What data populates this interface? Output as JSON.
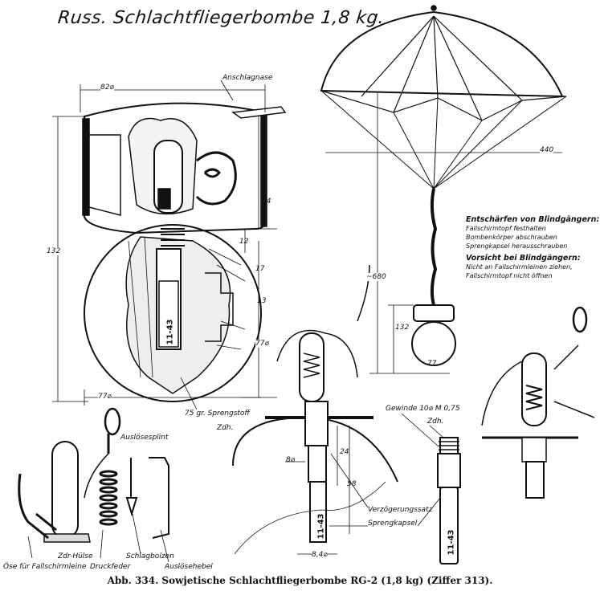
{
  "title": "Russ. Schlachtfliegerbombe 1,8 kg.",
  "caption": "Abb. 334. Sowjetische Schlachtfliegerbombe RG-2 (1,8 kg) (Ziffer 313).",
  "main_bomb": {
    "labels": {
      "anschlagnase": "Anschlagnase",
      "sprengstoff": "75 gr. Sprengstoff"
    },
    "dimensions": {
      "width_top": "82⌀",
      "height_total": "132",
      "canister_height": "54",
      "d12": "12",
      "d17": "17",
      "d13": "13",
      "sphere_dia_side": "77⌀",
      "sphere_dia_bottom": "77⌀"
    },
    "fuze_mark": "11-43"
  },
  "parachute": {
    "canopy_width": "440",
    "line_length": "~680",
    "bomb_height": "132",
    "bomb_dia": "77"
  },
  "notes": {
    "heading1": "Entschärfen von Blindgängern:",
    "lines1": [
      "Fallschirmtopf festhalten",
      "Bombenkörper abschrauben",
      "Sprengkapsel herausschrauben"
    ],
    "heading2": "Vorsicht bei Blindgängern:",
    "lines2": [
      "Nicht an Fallschirmleinen ziehen,",
      "Fallschirmtopf nicht öffnen"
    ]
  },
  "parts": {
    "zdh": "Zdh.",
    "auslosesplint": "Auslösesplint",
    "zdr_hulse": "Zdr-Hülse",
    "ose": "Öse für Fallschirmleine",
    "druckfeder": "Druckfeder",
    "schlagbolzen": "Schlagbolzen",
    "auslosehebel": "Auslösehebel"
  },
  "fuze_detail": {
    "d8": "8⌀",
    "d24": "24",
    "d58": "58",
    "d84": "8,4⌀",
    "verzogerungssatz": "Verzögerungssatz",
    "sprengkapsel": "Sprengkapsel",
    "gewinde": "Gewinde 10⌀ M 0,75",
    "zdh": "Zdh.",
    "mark": "11-43"
  }
}
